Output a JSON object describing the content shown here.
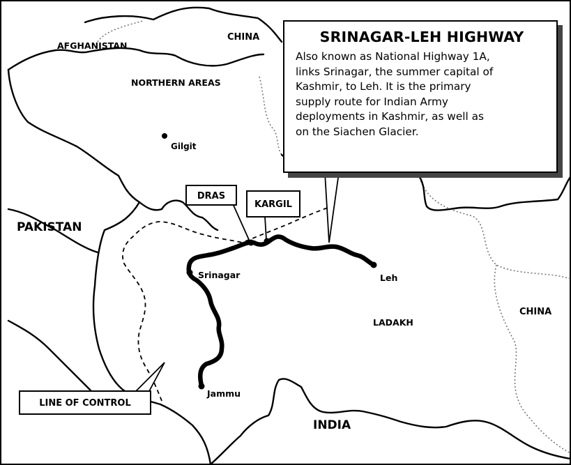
{
  "map": {
    "regions": {
      "afghanistan": "AFGHANISTAN",
      "china_north": "CHINA",
      "northern_areas": "NORTHERN AREAS",
      "pakistan": "PAKISTAN",
      "ladakh": "LADAKH",
      "china_east": "CHINA",
      "india": "INDIA"
    },
    "cities": {
      "gilgit": "Gilgit",
      "srinagar": "Srinagar",
      "leh": "Leh",
      "jammu": "Jammu"
    },
    "callouts": {
      "dras": "DRAS",
      "kargil": "KARGIL",
      "line_of_control": "LINE OF CONTROL"
    }
  },
  "info": {
    "title": "SRINAGAR-LEH HIGHWAY",
    "lines": [
      "Also known as National Highway 1A,",
      "links Srinagar, the summer capital of",
      "Kashmir, to Leh.  It is the primary",
      "supply route for Indian Army",
      "deployments in Kashmir, as well as",
      "on the Siachen Glacier."
    ]
  },
  "colors": {
    "ink": "#000000",
    "paper": "#ffffff",
    "shadow": "#444444",
    "border_gray": "#888888"
  }
}
